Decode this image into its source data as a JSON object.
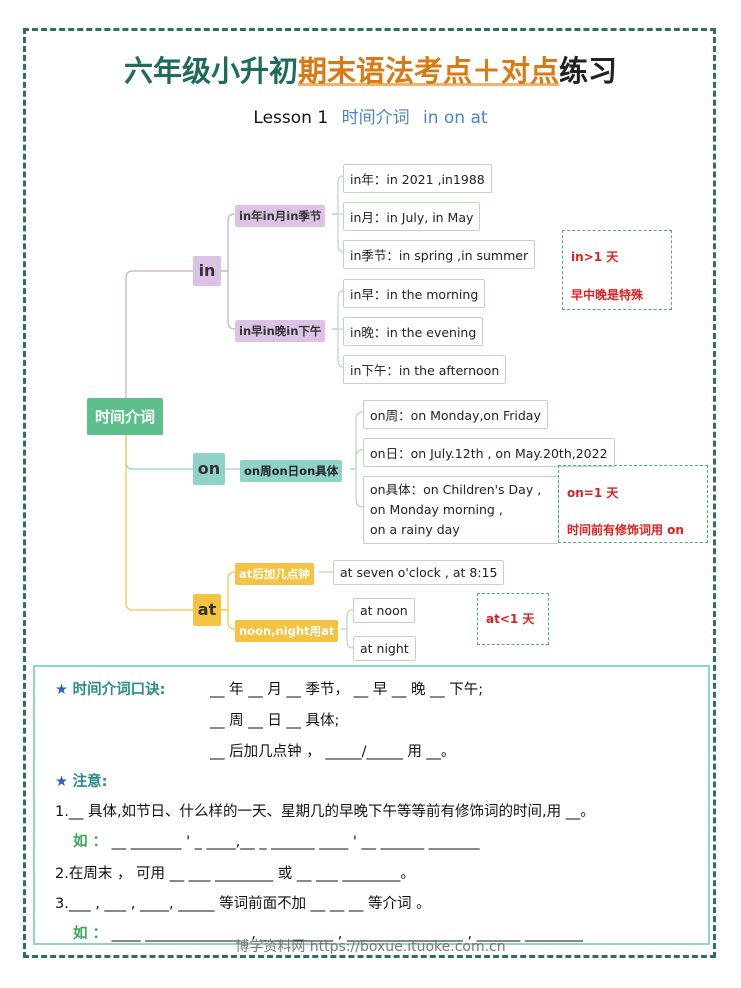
{
  "title": {
    "part1": "六年级小升初",
    "part2": "期末语法考点＋对点",
    "part3": "练习"
  },
  "subtitle": {
    "lesson": "Lesson 1",
    "topic": "时间介词",
    "words": "in on at"
  },
  "mindmap": {
    "root": "时间介词",
    "in": {
      "label": "in",
      "groups": [
        {
          "label": "in年in月in季节",
          "leaves": [
            "in年：in 2021 ,in1988",
            "in月：in July, in May",
            "in季节：in spring ,in summer"
          ]
        },
        {
          "label": "in早in晚in下午",
          "leaves": [
            "in早：in the morning",
            "in晚：in the evening",
            "in下午：in the afternoon"
          ]
        }
      ],
      "note": {
        "line1": "in>1 天",
        "line2": "早中晚是特殊"
      }
    },
    "on": {
      "label": "on",
      "group": "on周on日on具体",
      "leaves": [
        "on周：on Monday,on Friday",
        "on日：on July.12th , on May.20th,2022"
      ],
      "specific": [
        "on具体：on Children's Day ,",
        "on Monday morning ,",
        "on a rainy day"
      ],
      "note": {
        "line1": "on=1 天",
        "line2": "时间前有修饰词用 on"
      }
    },
    "at": {
      "label": "at",
      "groups": [
        {
          "label": "at后加几点钟",
          "leaves": [
            "at seven o'clock , at 8:15"
          ]
        },
        {
          "label": "noon,night用at",
          "leaves": [
            "at noon",
            "at night"
          ]
        }
      ],
      "note": {
        "line1": "at<1 天"
      }
    }
  },
  "exercise": {
    "star": "★",
    "rhyme_label": "时间介词口诀:",
    "rhyme1": "__ 年 __ 月 __ 季节， __ 早 __ 晚 __ 下午;",
    "rhyme2": "__ 周 __ 日 __ 具体;",
    "rhyme3": "__ 后加几点钟 ， _____/_____ 用 __。",
    "note_label": "注意:",
    "item1": "1.__ 具体,如节日、什么样的一天、星期几的早晚下午等等前有修饰词的时间,用 __。",
    "eg_label": "如 ：",
    "eg1": "__ _______ ' _ ____,__ _ ______ ____ ' __ ______ _______",
    "item2": "2.在周末 ， 可用 __ ___ ________ 或 __ ___ ________。",
    "item3": "3.___ , ___ ,    ____,    _____    等词前面不加 __ __ __    等介词  。",
    "eg2": "____ ______________ ,  __________ ,  ________________ ,  ______ ________"
  },
  "watermark": "博学资料网 https://boxue.ituoke.com.cn",
  "colors": {
    "frame": "#2f6f62",
    "title_green": "#1f6b5d",
    "title_orange": "#d97a14",
    "accent_blue": "#4a86c8",
    "note_red": "#e02020",
    "in": "#dcc3e6",
    "on": "#8fd3c8",
    "at": "#f5c342",
    "root": "#5fbf8c"
  }
}
